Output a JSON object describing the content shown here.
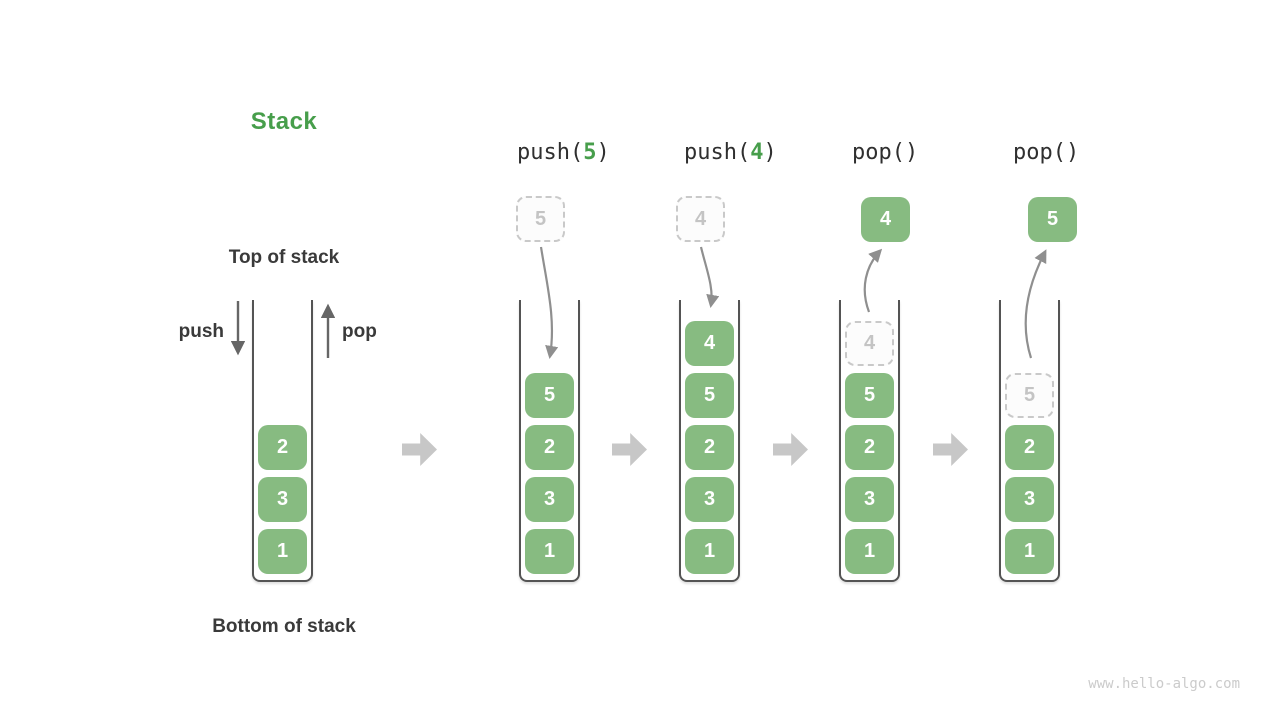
{
  "title": "Stack",
  "labels": {
    "top_of_stack": "Top of stack",
    "bottom_of_stack": "Bottom of stack",
    "push": "push",
    "pop": "pop"
  },
  "watermark": "www.hello-algo.com",
  "colors": {
    "accent_green": "#479e4b",
    "item_green": "#87bb81",
    "dark_text": "#3a3a3a",
    "ghost_gray": "#c4c4c4",
    "arrow_gray": "#8f8f8f",
    "block_arrow_gray": "#c7c7c7",
    "wall_gray": "#545454"
  },
  "operations": [
    {
      "name": "push-5",
      "prefix": "push(",
      "arg": "5",
      "suffix": ")",
      "floating": {
        "value": "5",
        "style": "dashed"
      }
    },
    {
      "name": "push-4",
      "prefix": "push(",
      "arg": "4",
      "suffix": ")",
      "floating": {
        "value": "4",
        "style": "dashed"
      }
    },
    {
      "name": "pop-first",
      "prefix": "pop()",
      "arg": "",
      "suffix": "",
      "floating": {
        "value": "4",
        "style": "solid"
      }
    },
    {
      "name": "pop-second",
      "prefix": "pop()",
      "arg": "",
      "suffix": "",
      "floating": {
        "value": "5",
        "style": "solid"
      }
    }
  ],
  "stacks": [
    {
      "name": "initial",
      "slots": [
        {
          "v": "2",
          "t": "solid"
        },
        {
          "v": "3",
          "t": "solid"
        },
        {
          "v": "1",
          "t": "solid"
        }
      ]
    },
    {
      "name": "after-push-5",
      "slots": [
        {
          "v": "5",
          "t": "solid"
        },
        {
          "v": "2",
          "t": "solid"
        },
        {
          "v": "3",
          "t": "solid"
        },
        {
          "v": "1",
          "t": "solid"
        }
      ]
    },
    {
      "name": "after-push-4",
      "slots": [
        {
          "v": "4",
          "t": "solid"
        },
        {
          "v": "5",
          "t": "solid"
        },
        {
          "v": "2",
          "t": "solid"
        },
        {
          "v": "3",
          "t": "solid"
        },
        {
          "v": "1",
          "t": "solid"
        }
      ]
    },
    {
      "name": "after-pop-4",
      "slots": [
        {
          "v": "4",
          "t": "ghost"
        },
        {
          "v": "5",
          "t": "solid"
        },
        {
          "v": "2",
          "t": "solid"
        },
        {
          "v": "3",
          "t": "solid"
        },
        {
          "v": "1",
          "t": "solid"
        }
      ]
    },
    {
      "name": "after-pop-5",
      "slots": [
        {
          "v": "5",
          "t": "ghost"
        },
        {
          "v": "2",
          "t": "solid"
        },
        {
          "v": "3",
          "t": "solid"
        },
        {
          "v": "1",
          "t": "solid"
        }
      ]
    }
  ]
}
